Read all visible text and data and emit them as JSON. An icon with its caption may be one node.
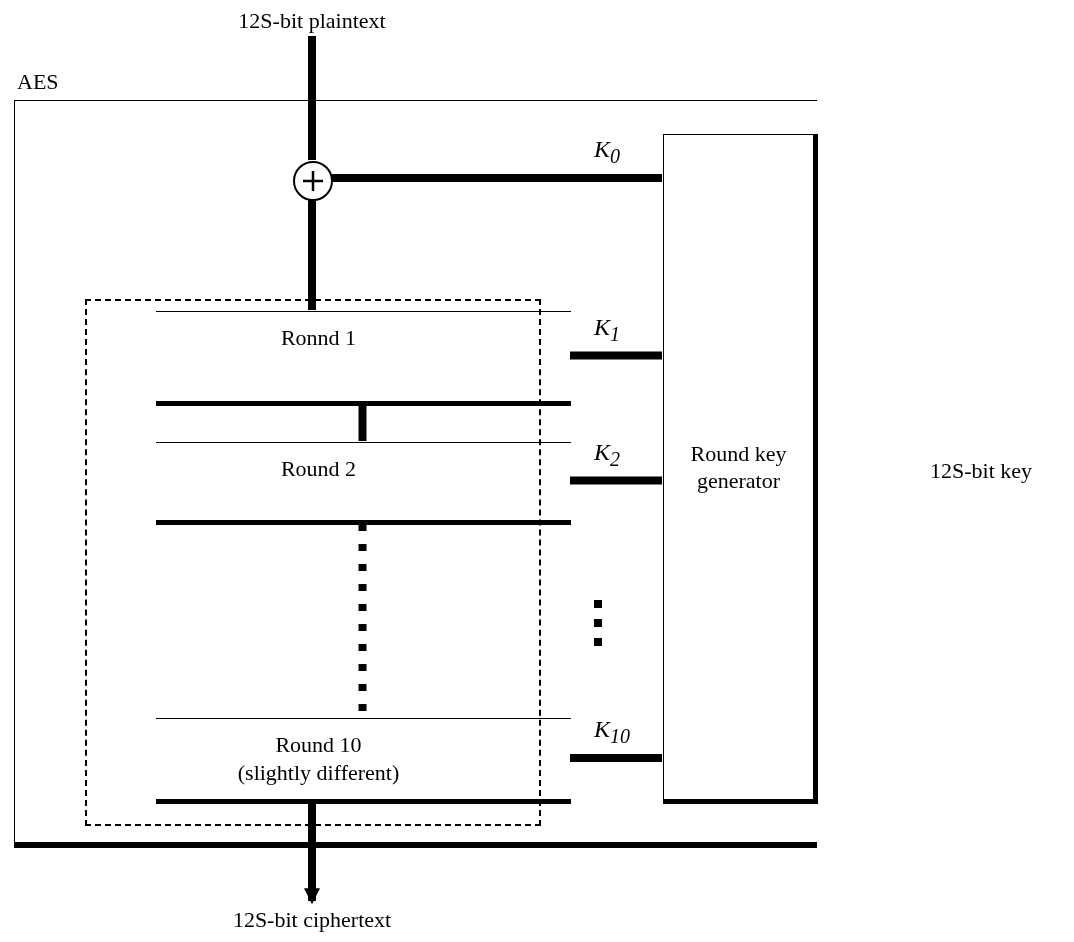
{
  "diagram": {
    "nodes": [
      {
        "text": [
          "12S-bit plaintext"
        ]
      },
      {
        "text": [
          "AES"
        ]
      },
      {
        "text": [],
        "shape": "circle",
        "in": 1
      },
      {
        "text": [
          "Ronnd 1"
        ],
        "in": 1
      },
      {
        "text": [
          "Round 2"
        ],
        "in": 1
      },
      {
        "text": [
          "Round 10",
          "(slightly different)"
        ],
        "in": 1
      },
      {
        "text": [
          "Round key generator"
        ],
        "in": 1
      },
      {
        "text": [
          "12S-bit ciphertext"
        ]
      }
    ],
    "edges": [
      {
        "from": 0,
        "to": 2,
        "arrow": "none"
      },
      {
        "from": 2,
        "to": 3,
        "arrow": "none"
      },
      {
        "from": 3,
        "to": 4,
        "arrow": "none"
      },
      {
        "from": 4,
        "to": 5,
        "arrow": "none",
        "style": "dashed"
      },
      {
        "from": 5,
        "to": 7,
        "arrow": "to"
      },
      {
        "from": 6,
        "to": 2,
        "arrow": "none",
        "label": "K$_{0}$"
      },
      {
        "from": 6,
        "to": 3,
        "arrow": "none",
        "label": "K$_{1}$"
      },
      {
        "from": 6,
        "to": 4,
        "arrow": "none",
        "label": "K$_{2}$"
      },
      {
        "from": 6,
        "to": 5,
        "arrow": "none",
        "label": "K$_{10}$"
      }
    ],
    "labels": [
      "12S-bit key"
    ]
  }
}
